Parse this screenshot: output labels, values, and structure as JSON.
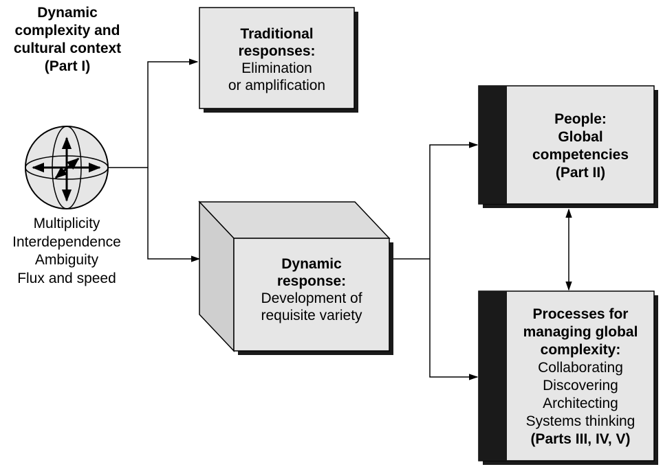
{
  "left": {
    "title_lines": [
      "Dynamic",
      "complexity and",
      "cultural context",
      "(Part I)"
    ],
    "dimensions": [
      "Multiplicity",
      "Interdependence",
      "Ambiguity",
      "Flux and speed"
    ]
  },
  "traditional": {
    "title_lines": [
      "Traditional",
      "responses:"
    ],
    "body_lines": [
      "Elimination",
      "or amplification"
    ]
  },
  "dynamic": {
    "title_lines": [
      "Dynamic",
      "response:"
    ],
    "body_lines": [
      "Development of",
      "requisite variety"
    ]
  },
  "people": {
    "title_lines": [
      "People:",
      "Global",
      "competencies",
      "(Part II)"
    ]
  },
  "processes": {
    "title_lines": [
      "Processes for",
      "managing global",
      "complexity:"
    ],
    "body_lines": [
      "Collaborating",
      "Discovering",
      "Architecting",
      "Systems thinking"
    ],
    "parts": "(Parts III, IV, V)"
  },
  "colors": {
    "box_fill": "#e6e6e6",
    "box_side": "#cfcfcf",
    "box_top": "#dcdcdc",
    "shadow": "#1a1a1a",
    "stroke": "#000000"
  }
}
